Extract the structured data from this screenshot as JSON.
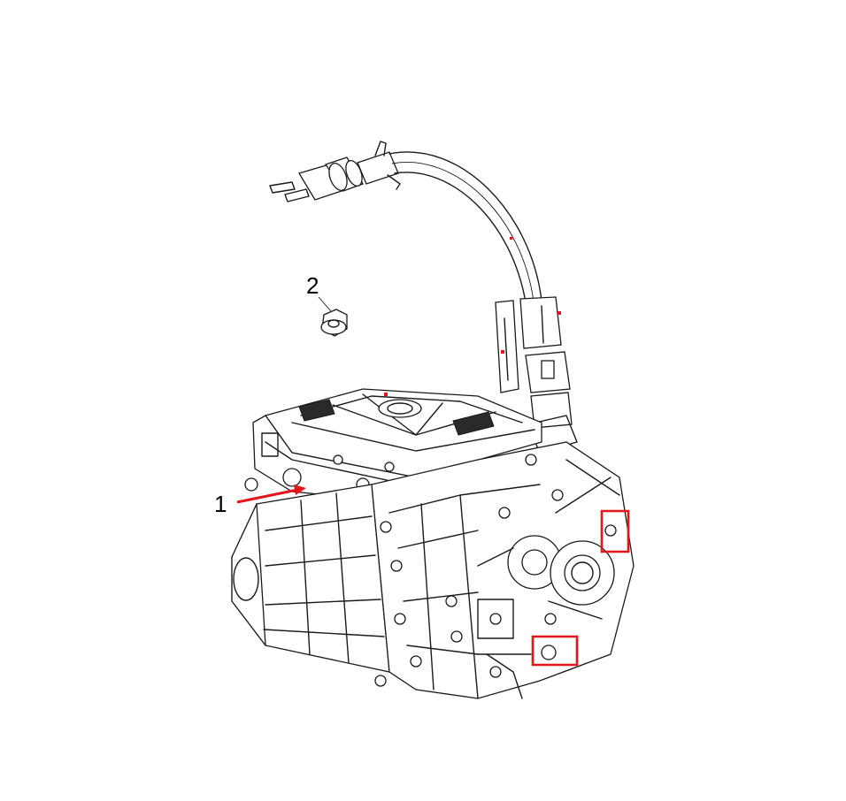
{
  "callouts": [
    {
      "id": "1",
      "label": "1"
    },
    {
      "id": "2",
      "label": "2"
    }
  ],
  "colors": {
    "line": "#1a1a1a",
    "highlight": "#e3161b",
    "background": "#ffffff"
  },
  "icons": [
    "drive-unit-illustration",
    "flange-nut-icon",
    "leader-arrow-icon",
    "highlight-box-icon"
  ]
}
